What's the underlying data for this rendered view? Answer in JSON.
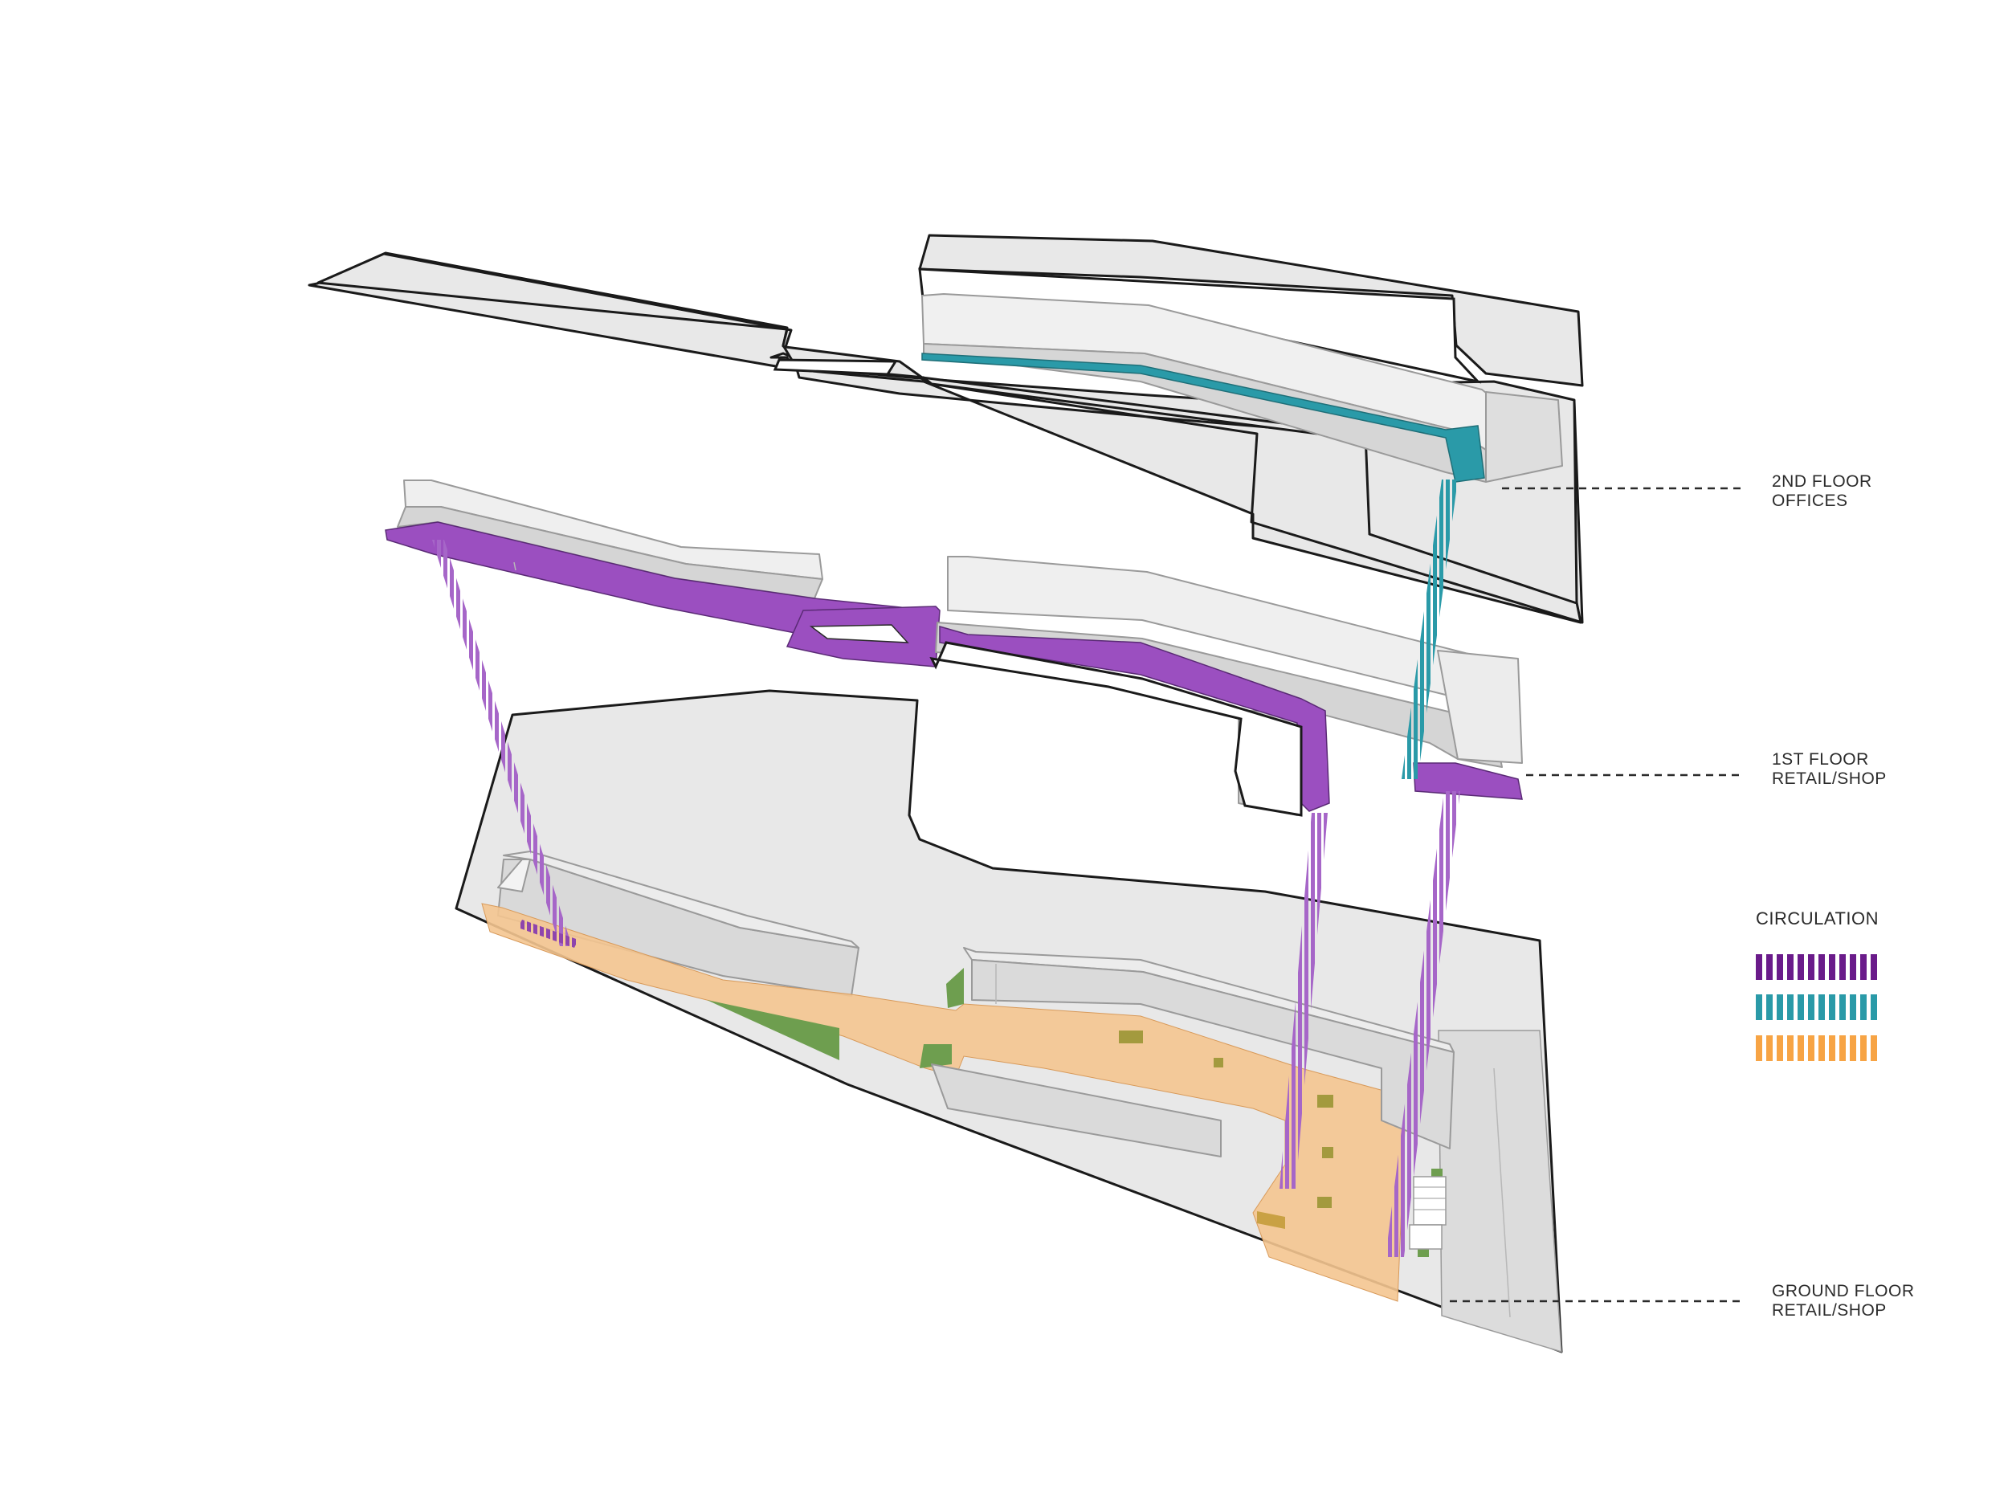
{
  "labels": {
    "second_floor": [
      "2ND FLOOR",
      "OFFICES"
    ],
    "first_floor": [
      "1ST FLOOR",
      "RETAIL/SHOP"
    ],
    "ground_floor": [
      "GROUND FLOOR",
      "RETAIL/SHOP"
    ]
  },
  "legend": {
    "title": "CIRCULATION",
    "items": [
      {
        "color": "#6a1b8a",
        "level": "1st floor"
      },
      {
        "color": "#2a9aa8",
        "level": "2nd floor"
      },
      {
        "color": "#f7a445",
        "level": "ground floor"
      }
    ]
  },
  "colors": {
    "slab": "#e6e6e6",
    "wall": "#cfcfcf",
    "purple": "#9b4fc0",
    "teal": "#2a9aa8",
    "orange": "#f4c28f",
    "green": "#6a9a4a"
  }
}
